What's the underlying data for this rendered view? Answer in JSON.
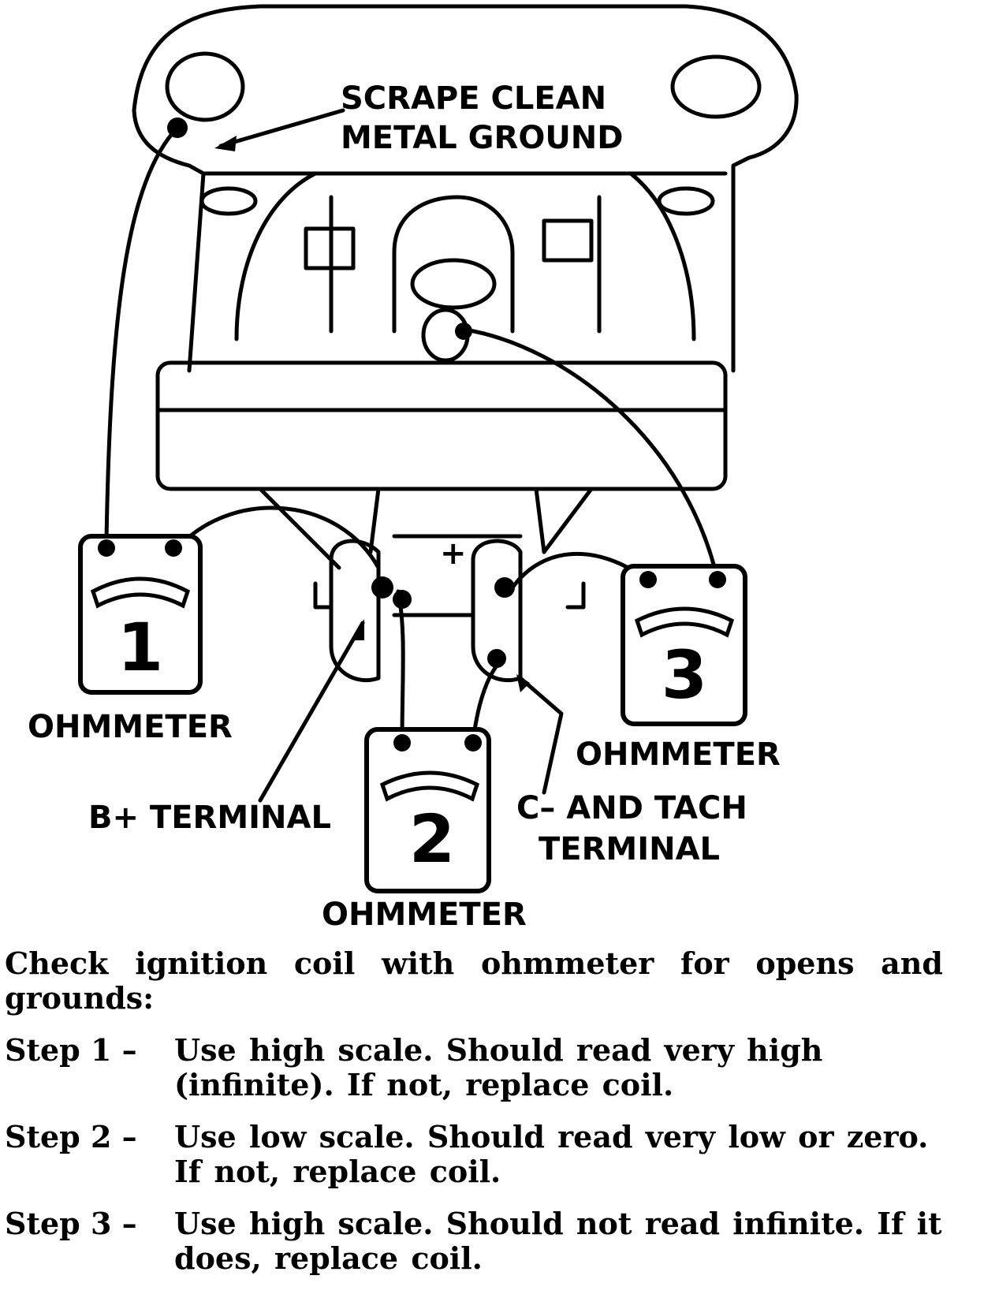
{
  "diagram": {
    "ground_label_line1": "SCRAPE CLEAN",
    "ground_label_line2": "METAL GROUND",
    "b_plus_label": "B+ TERMINAL",
    "c_minus_label_line1": "C– AND TACH",
    "c_minus_label_line2": "TERMINAL",
    "plus_mark": "+",
    "meters": [
      {
        "number": "1",
        "label": "OHMMETER"
      },
      {
        "number": "2",
        "label": "OHMMETER"
      },
      {
        "number": "3",
        "label": "OHMMETER"
      }
    ]
  },
  "caption": {
    "intro": "Check ignition coil with ohmmeter for opens and grounds:",
    "steps": [
      {
        "label": "Step 1 –",
        "text": "Use high scale. Should read very high (infinite). If not, replace coil."
      },
      {
        "label": "Step 2 –",
        "text": "Use low scale. Should read very low or zero. If not, replace coil."
      },
      {
        "label": "Step 3 –",
        "text": "Use high scale. Should not read infinite. If it does, replace coil."
      }
    ]
  },
  "colors": {
    "ink": "#000000",
    "paper": "#ffffff"
  }
}
